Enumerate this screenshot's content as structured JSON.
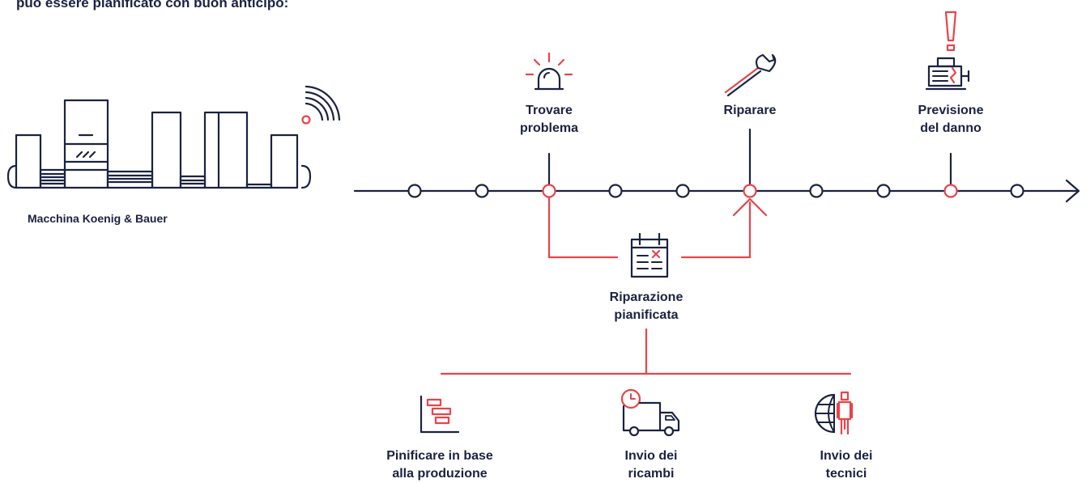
{
  "heading": "può essere pianificato con buon anticipo:",
  "machine": {
    "label": "Macchina Koenig & Bauer"
  },
  "timeline": {
    "events": [
      {
        "line1": "Trovare",
        "line2": "problema"
      },
      {
        "line1": "Riparare",
        "line2": ""
      },
      {
        "line1": "Previsione",
        "line2": "del danno"
      }
    ]
  },
  "planned": {
    "line1": "Riparazione",
    "line2": "pianificata"
  },
  "actions": [
    {
      "line1": "Pinificare in base",
      "line2": "alla produzione"
    },
    {
      "line1": "Invio dei",
      "line2": "ricambi"
    },
    {
      "line1": "Invio dei",
      "line2": "tecnici"
    }
  ],
  "colors": {
    "navy": "#1b2241",
    "red": "#e8444a"
  },
  "icons": [
    "alarm-light-icon",
    "wrench-icon",
    "motor-icon",
    "calendar-icon",
    "gantt-icon",
    "delivery-truck-icon",
    "technician-globe-icon",
    "wifi-signal-icon"
  ]
}
